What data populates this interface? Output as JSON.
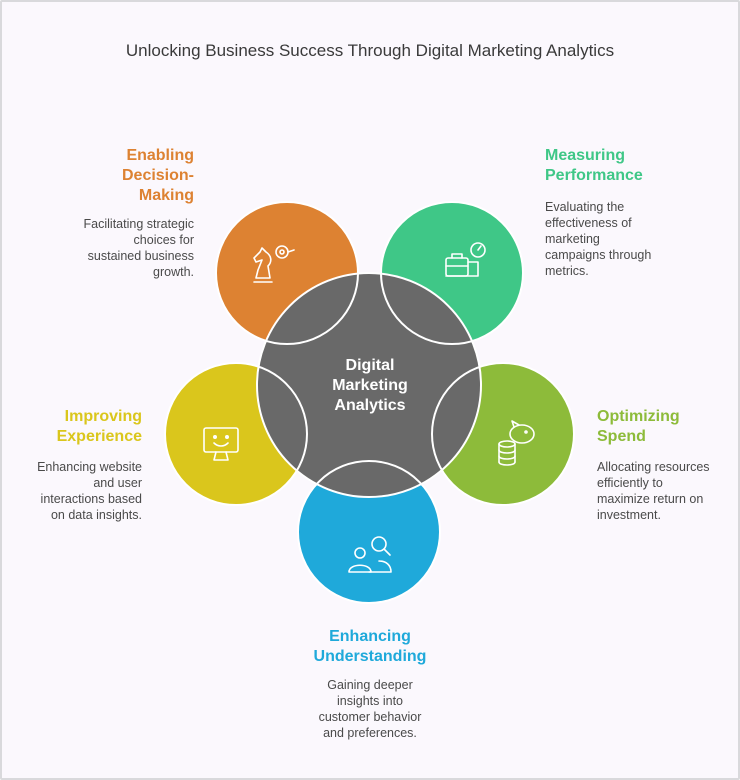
{
  "title": "Unlocking Business Success Through Digital Marketing Analytics",
  "hub": {
    "line1": "Digital",
    "line2": "Marketing",
    "line3": "Analytics",
    "color": "#696969"
  },
  "nodes": {
    "decision": {
      "label1": "Enabling",
      "label2": "Decision-",
      "label3": "Making",
      "desc1": "Facilitating strategic",
      "desc2": "choices for",
      "desc3": "sustained business",
      "desc4": "growth.",
      "color": "#dd8232",
      "icon": "chess-knight-icon"
    },
    "performance": {
      "label1": "Measuring",
      "label2": "Performance",
      "desc1": "Evaluating the",
      "desc2": "effectiveness of",
      "desc3": "marketing",
      "desc4": "campaigns through",
      "desc5": "metrics.",
      "color": "#3fc787",
      "icon": "briefcase-gauge-icon"
    },
    "spend": {
      "label1": "Optimizing",
      "label2": "Spend",
      "desc1": "Allocating resources",
      "desc2": "efficiently to",
      "desc3": "maximize return on",
      "desc4": "investment.",
      "color": "#8dbb3a",
      "icon": "piggy-bank-icon"
    },
    "understanding": {
      "label1": "Enhancing",
      "label2": "Understanding",
      "desc1": "Gaining deeper",
      "desc2": "insights into",
      "desc3": "customer behavior",
      "desc4": "and preferences.",
      "color": "#1fa9da",
      "icon": "user-search-icon"
    },
    "experience": {
      "label1": "Improving",
      "label2": "Experience",
      "desc1": "Enhancing website",
      "desc2": "and user",
      "desc3": "interactions based",
      "desc4": "on data insights.",
      "color": "#dac61c",
      "icon": "smiley-monitor-icon"
    }
  }
}
